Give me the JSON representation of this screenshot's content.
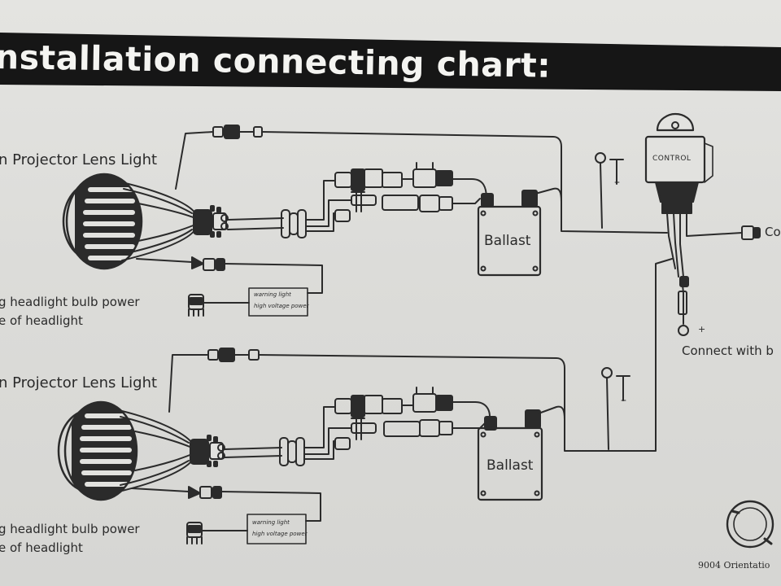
{
  "title": "nstallation connecting chart:",
  "top_unit": {
    "lamp_label": "n Projector Lens Light",
    "ballast_label": "Ballast",
    "warning_box": {
      "line1": "warning light",
      "line2": "high voltage power"
    },
    "power_note_line1": "g headlight bulb power",
    "power_note_line2": "e of headlight"
  },
  "bottom_unit": {
    "lamp_label": "n Projector Lens Light",
    "ballast_label": "Ballast",
    "warning_box": {
      "line1": "warning light",
      "line2": "high voltage power"
    },
    "power_note_line1": "g headlight bulb power",
    "power_note_line2": "e of headlight"
  },
  "control_module": {
    "label": "CONTROL"
  },
  "connector_right_label": "Co",
  "battery_plus": "+",
  "ground_minus": "–",
  "battery_note": "Connect with b",
  "orientation_label": "9004 Orientatio"
}
